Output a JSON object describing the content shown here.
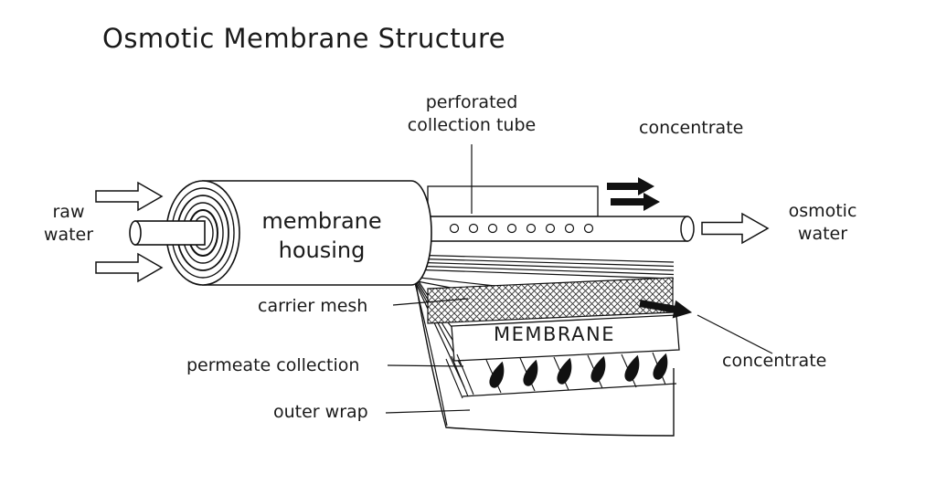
{
  "title": "Osmotic Membrane Structure",
  "labels": {
    "perforated_tube": "perforated\ncollection tube",
    "concentrate_top": "concentrate",
    "raw_water": "raw\nwater",
    "membrane_housing": "membrane\nhousing",
    "osmotic_water": "osmotic\nwater",
    "carrier_mesh": "carrier mesh",
    "membrane": "MEMBRANE",
    "permeate_collection": "permeate collection",
    "concentrate_bottom": "concentrate",
    "outer_wrap": "outer wrap"
  },
  "colors": {
    "ink": "#1a1a1a",
    "line": "#111111",
    "background": "#ffffff"
  }
}
